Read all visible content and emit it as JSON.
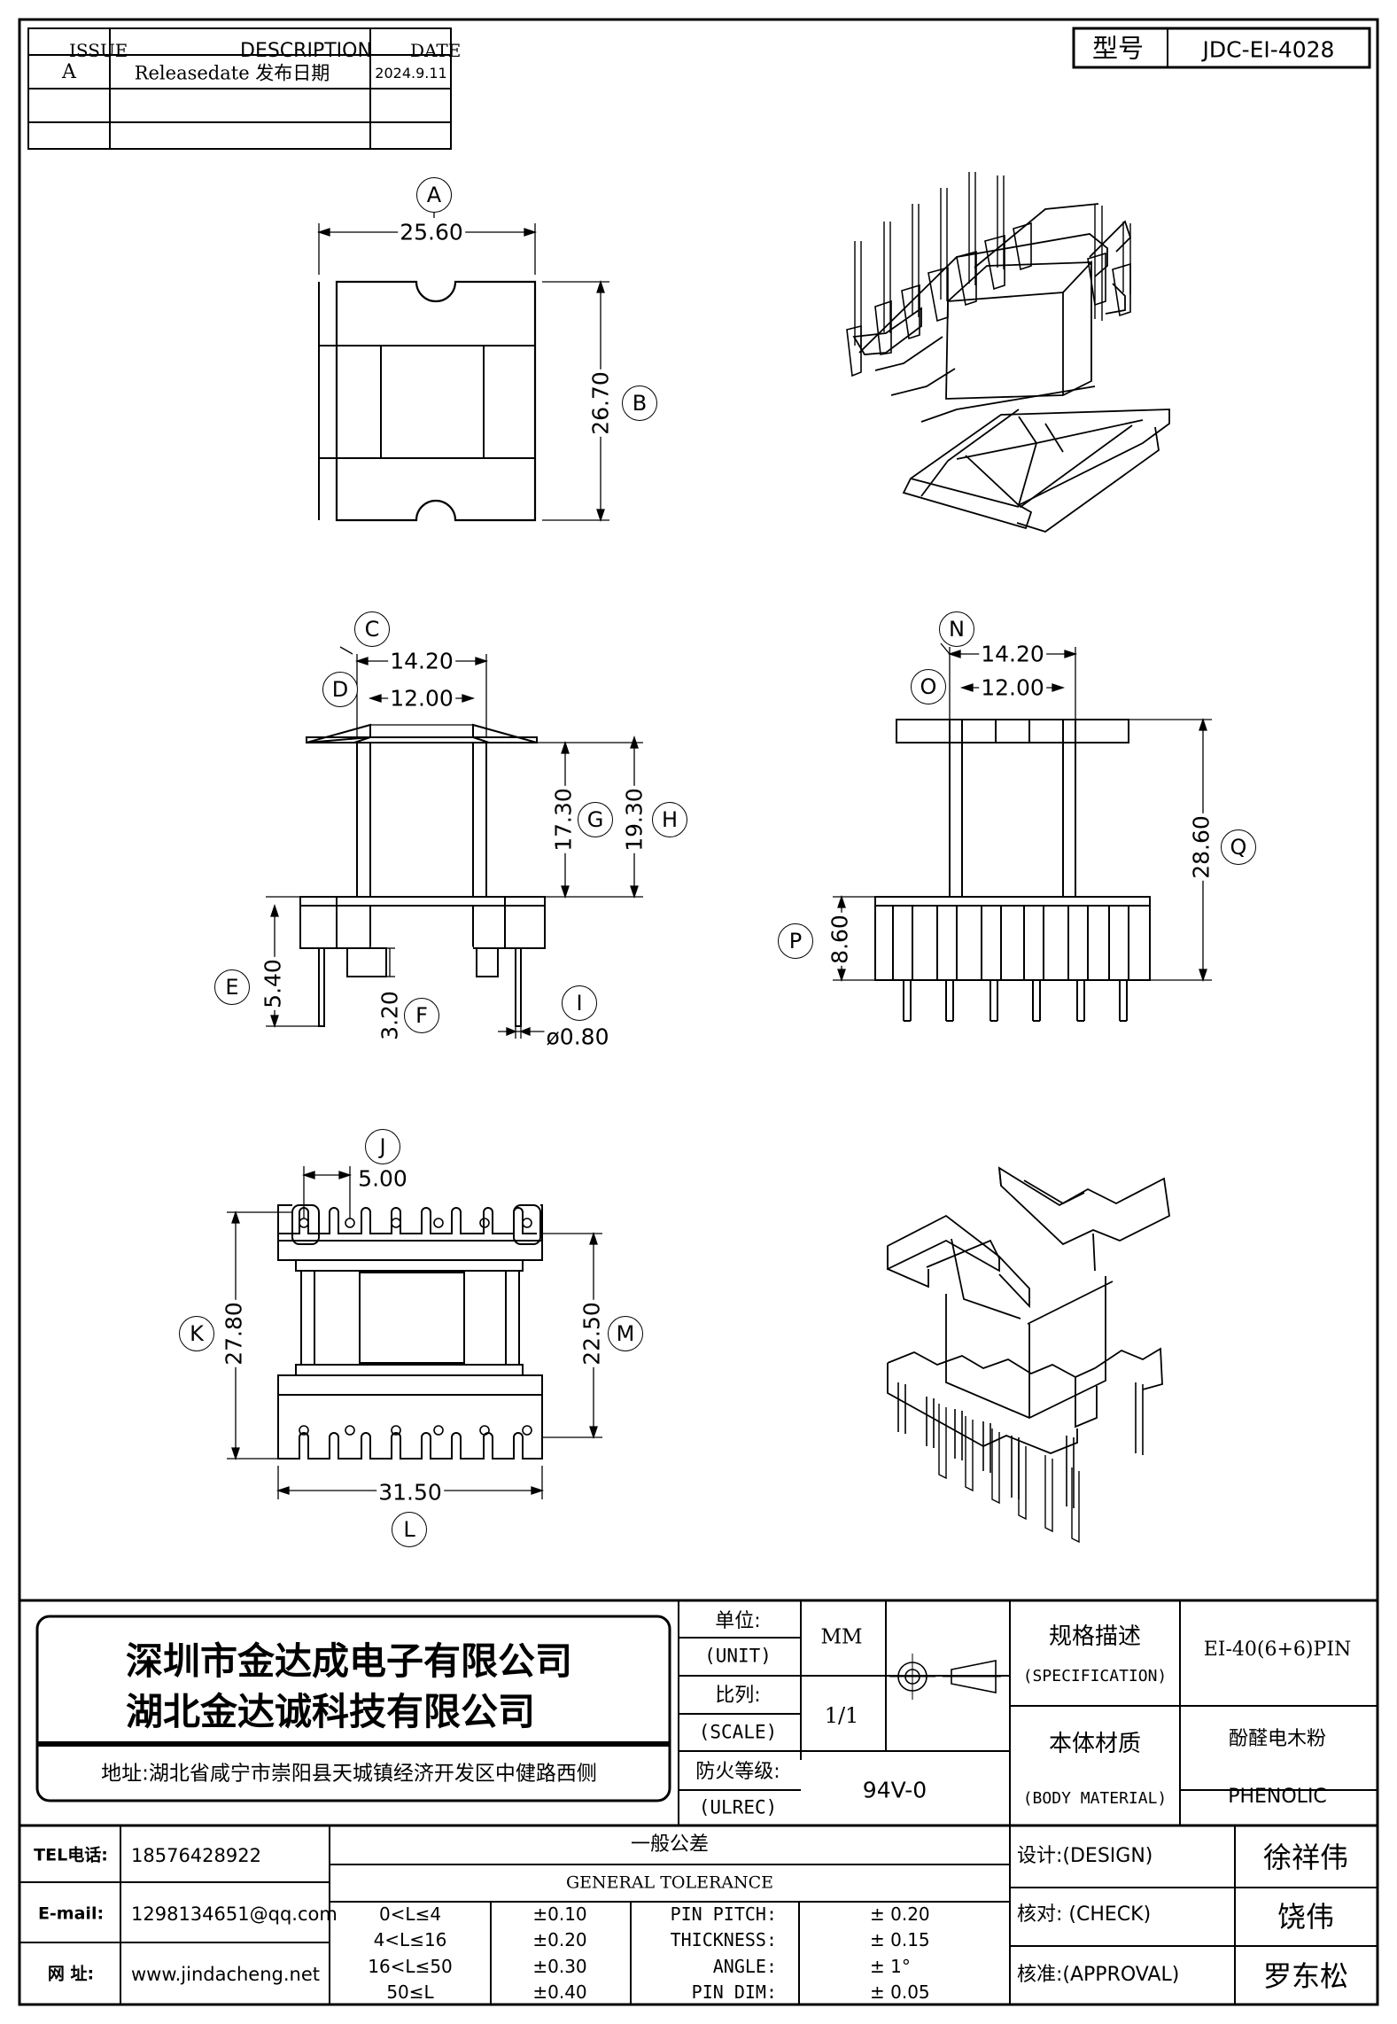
{
  "revision_table": {
    "headers": [
      "ISSUE",
      "DESCRIPTION",
      "DATE"
    ],
    "rows": [
      {
        "issue": "A",
        "description": "Releasedate 发布日期",
        "date": "2024.9.11"
      },
      {
        "issue": "",
        "description": "",
        "date": ""
      },
      {
        "issue": "",
        "description": "",
        "date": ""
      }
    ]
  },
  "model": {
    "label": "型号",
    "value": "JDC-EI-4028"
  },
  "top_view": {
    "label_a": "A",
    "dim_a": "25.60",
    "label_b": "B",
    "dim_b": "26.70"
  },
  "front_view": {
    "label_c": "C",
    "dim_c": "14.20",
    "label_d": "D",
    "dim_d": "12.00",
    "label_g": "G",
    "dim_g": "17.30",
    "label_h": "H",
    "dim_h": "19.30",
    "label_e": "E",
    "dim_e": "5.40",
    "label_f": "F",
    "dim_f": "3.20",
    "label_i": "I",
    "dim_i": "ø0.80"
  },
  "side_view": {
    "label_n": "N",
    "dim_n": "14.20",
    "label_o": "O",
    "dim_o": "12.00",
    "label_q": "Q",
    "dim_q": "28.60",
    "label_p": "P",
    "dim_p": "8.60"
  },
  "bottom_view": {
    "label_j": "J",
    "dim_j": "5.00",
    "label_k": "K",
    "dim_k": "27.80",
    "label_m": "M",
    "dim_m": "22.50",
    "label_l": "L",
    "dim_l": "31.50"
  },
  "title_block": {
    "company_1": "深圳市金达成电子有限公司",
    "company_2": "湖北金达诚科技有限公司",
    "address": "地址:湖北省咸宁市崇阳县天城镇经济开发区中健路西侧",
    "unit_cn": "单位:",
    "unit_en": "(UNIT)",
    "unit_value": "MM",
    "scale_cn": "比列:",
    "scale_en": "(SCALE)",
    "scale_value": "1/1",
    "ulrec_cn": "防火等级:",
    "ulrec_en": "(ULREC)",
    "ulrec_value": "94V-0",
    "spec_cn": "规格描述",
    "spec_en": "(SPECIFICATION)",
    "spec_value": "EI-40(6+6)PIN",
    "material_cn": "本体材质",
    "material_en": "(BODY MATERIAL)",
    "material_value_cn": "酚醛电木粉",
    "material_value_en": "PHENOLIC",
    "tel_label": "TEL电话:",
    "tel_value": "18576428922",
    "email_label": "E-mail:",
    "email_value": "1298134651@qq.com",
    "web_label": "网   址:",
    "web_value": "www.jindacheng.net",
    "tolerance_cn": "一般公差",
    "tolerance_en": "GENERAL TOLERANCE",
    "tolerance_rows": [
      {
        "range": "0<L≤4",
        "tol": "±0.10",
        "item": "PIN PITCH:",
        "item_tol": "±  0.20"
      },
      {
        "range": "4<L≤16",
        "tol": "±0.20",
        "item": "THICKNESS:",
        "item_tol": "±  0.15"
      },
      {
        "range": "16<L≤50",
        "tol": "±0.30",
        "item": "ANGLE:",
        "item_tol": "±  1°"
      },
      {
        "range": "50≤L",
        "tol": "±0.40",
        "item": "PIN DIM:",
        "item_tol": "±  0.05"
      }
    ],
    "design_label": "设计:(DESIGN)",
    "design_name": "徐祥伟",
    "check_label": "核对: (CHECK)",
    "check_name": "饶伟",
    "approval_label": "核准:(APPROVAL)",
    "approval_name": "罗东松"
  }
}
